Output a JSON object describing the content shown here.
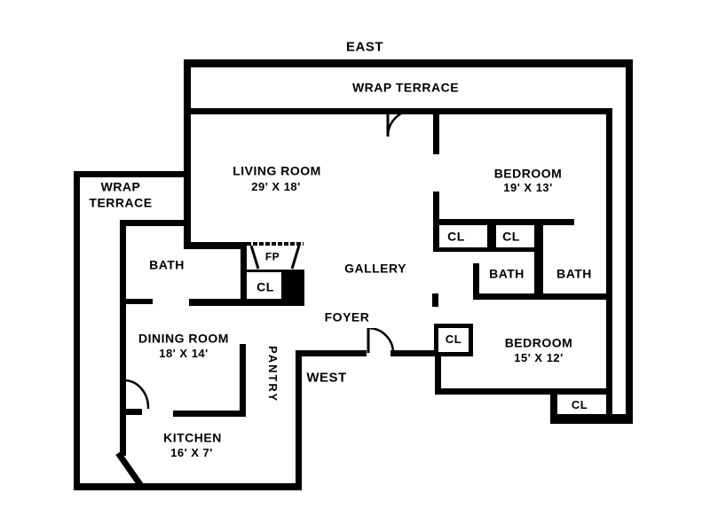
{
  "floor_plan": {
    "orientation_labels": {
      "east": "EAST",
      "west": "WEST"
    },
    "terraces": {
      "top": {
        "label": "WRAP TERRACE"
      },
      "left": {
        "line1": "WRAP",
        "line2": "TERRACE"
      }
    },
    "rooms": {
      "living_room": {
        "name": "LIVING ROOM",
        "dims": "29' X 18'"
      },
      "bedroom_1": {
        "name": "BEDROOM",
        "dims": "19' X 13'"
      },
      "bedroom_2": {
        "name": "BEDROOM",
        "dims": "15' X 12'"
      },
      "dining_room": {
        "name": "DINING ROOM",
        "dims": "18' X 14'"
      },
      "kitchen": {
        "name": "KITCHEN",
        "dims": "16' X 7'"
      },
      "gallery": {
        "name": "GALLERY"
      },
      "foyer": {
        "name": "FOYER"
      },
      "pantry": {
        "name": "PANTRY"
      },
      "bath_left": {
        "name": "BATH"
      },
      "bath_middle": {
        "name": "BATH"
      },
      "bath_right": {
        "name": "BATH"
      }
    },
    "features": {
      "fireplace": {
        "label": "FP"
      },
      "closet_fireplace": {
        "label": "CL"
      },
      "closet_bed1_left": {
        "label": "CL"
      },
      "closet_bed1_right": {
        "label": "CL"
      },
      "closet_foyer": {
        "label": "CL"
      },
      "closet_bed2": {
        "label": "CL"
      }
    },
    "colors": {
      "wall": "#000000",
      "background": "#ffffff",
      "text": "#000000"
    }
  }
}
